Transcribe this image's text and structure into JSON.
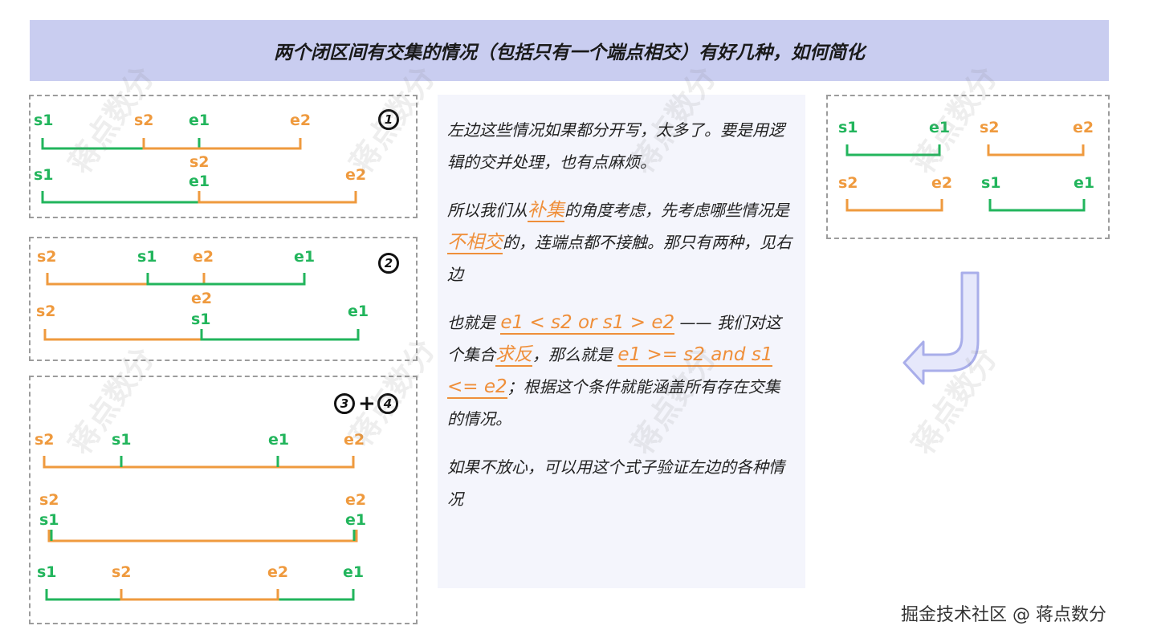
{
  "title": "两个闭区间有交集的情况（包括只有一个端点相交）有好几种，如何简化",
  "colors": {
    "green": "#22b55c",
    "orange": "#ef9a3e",
    "title_bg": "#c9cdf0",
    "panel_bg": "#f4f5fc"
  },
  "case_markers": {
    "one": "1",
    "two": "2",
    "three": "3",
    "four": "4",
    "plus": "+"
  },
  "labels": {
    "s1": "s1",
    "s2": "s2",
    "e1": "e1",
    "e2": "e2"
  },
  "explanation": {
    "p1": "左边这些情况如果都分开写，太多了。要是用逻辑的交并处理，也有点麻烦。",
    "p2_a": "所以我们从",
    "p2_hl1": "补集",
    "p2_b": "的角度考虑，先考虑哪些情况是",
    "p2_hl2": "不相交",
    "p2_c": "的，连端点都不接触。那只有两种，见右边",
    "p3_a": "也就是",
    "p3_hl1": "e1 < s2  or s1 > e2",
    "p3_b": "—— 我们对这个集合",
    "p3_hl2": "求反",
    "p3_c": "，那么就是",
    "p3_hl3": "e1 >= s2 and s1 <= e2",
    "p3_d": "；根据这个条件就能涵盖所有存在交集的情况。",
    "p4": "如果不放心，可以用这个式子验证左边的各种情况"
  },
  "footer": "掘金技术社区 @ 蒋点数分",
  "watermark": "蒋点数分"
}
